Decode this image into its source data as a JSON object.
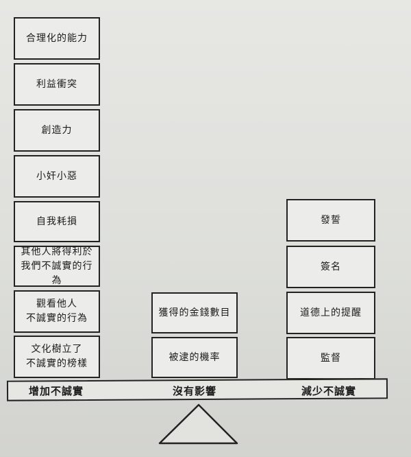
{
  "columns": {
    "increase": {
      "boxes": [
        {
          "lines": [
            "合理化的能力"
          ]
        },
        {
          "lines": [
            "利益衝突"
          ]
        },
        {
          "lines": [
            "創造力"
          ]
        },
        {
          "lines": [
            "小奸小惡"
          ]
        },
        {
          "lines": [
            "自我耗損"
          ]
        },
        {
          "lines": [
            "其他人將得利於",
            "我們不誠實的行為"
          ]
        },
        {
          "lines": [
            "觀看他人",
            "不誠實的行為"
          ]
        },
        {
          "lines": [
            "文化樹立了",
            "不誠實的榜樣"
          ]
        }
      ]
    },
    "no_effect": {
      "boxes": [
        {
          "lines": [
            "獲得的金錢數目"
          ]
        },
        {
          "lines": [
            "被逮的機率"
          ]
        }
      ]
    },
    "decrease": {
      "boxes": [
        {
          "lines": [
            "發誓"
          ]
        },
        {
          "lines": [
            "簽名"
          ]
        },
        {
          "lines": [
            "道德上的提醒"
          ]
        },
        {
          "lines": [
            "監督"
          ]
        }
      ]
    }
  },
  "beam": {
    "left_label": "增加不誠實",
    "center_label": "沒有影響",
    "right_label": "減少不誠實"
  },
  "colors": {
    "line": "#222222",
    "box_fill": "#ececea"
  }
}
